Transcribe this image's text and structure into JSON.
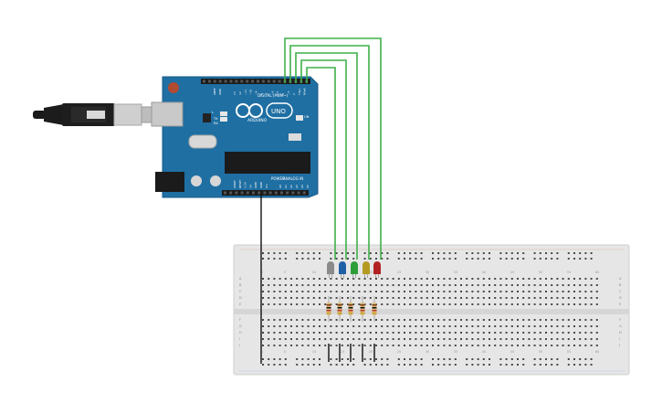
{
  "arduino": {
    "brand": "ARDUINO",
    "model": "UNO",
    "digital_label": "DIGITAL (PWM~)",
    "power_label": "POWER",
    "analog_label": "ANALOG IN",
    "on_label": "ON",
    "tx_label": "TX",
    "rx_label": "RX",
    "l_label": "L",
    "aref_label": "AREF",
    "gnd_label": "GND",
    "digital_pins": [
      "13",
      "12",
      "~11",
      "~10",
      "~9",
      "8",
      "7",
      "~6",
      "~5",
      "4",
      "~3",
      "2",
      "TX▸1",
      "RX◂0"
    ],
    "power_pins": [
      "IOREF",
      "RESET",
      "3.3V",
      "5V",
      "GND",
      "GND",
      "Vin"
    ],
    "analog_pins": [
      "A0",
      "A1",
      "A2",
      "A3",
      "A4",
      "A5"
    ]
  },
  "breadboard": {
    "row_letters_top": [
      "A",
      "B",
      "C",
      "D",
      "E"
    ],
    "row_letters_bottom": [
      "F",
      "G",
      "H",
      "I",
      "J"
    ],
    "column_numbers": [
      "1",
      "5",
      "10",
      "15",
      "20",
      "25",
      "30",
      "35",
      "40",
      "45",
      "50",
      "55",
      "60"
    ]
  },
  "leds": [
    {
      "name": "led-gray",
      "color": "#8a8a8a"
    },
    {
      "name": "led-blue",
      "color": "#1f5fa6"
    },
    {
      "name": "led-green",
      "color": "#2e9e3a"
    },
    {
      "name": "led-yellow",
      "color": "#b59a22"
    },
    {
      "name": "led-red",
      "color": "#b22222"
    }
  ],
  "colors": {
    "board": "#1f6fa3",
    "wire_green": "#3fb04a",
    "wire_black": "#111111",
    "breadboard": "#e6e6e6"
  }
}
